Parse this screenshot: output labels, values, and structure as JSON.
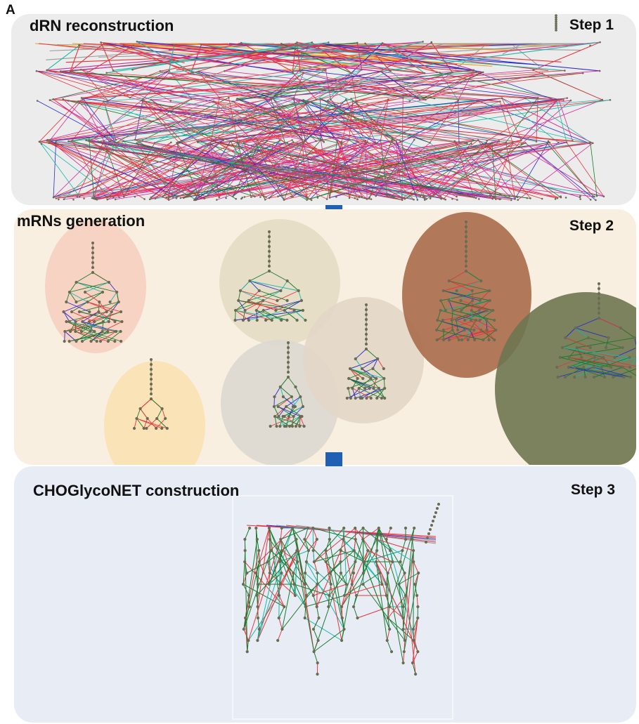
{
  "figure": {
    "panel_letter": "A"
  },
  "steps": [
    {
      "title": "dRN reconstruction",
      "step_label": "Step 1"
    },
    {
      "title": "mRNs generation",
      "step_label": "Step 2"
    },
    {
      "title": "CHOGlycoNET construction",
      "step_label": "Step 3"
    }
  ],
  "colors": {
    "panel1_bg": "#ececec",
    "panel2_bg": "#f8efe0",
    "panel3_bg": "#e8edf5",
    "arrow": "#1f5fb4",
    "edge_red": "#e8343c",
    "edge_green": "#1a7a2e",
    "edge_blue": "#2a2ad0",
    "edge_teal": "#18b8a8",
    "edge_magenta": "#d42a9a",
    "edge_orange": "#e8a020",
    "node": "#6b6b55"
  },
  "module_bubbles": [
    {
      "color": "#f6cfc0"
    },
    {
      "color": "#fbe1b4"
    },
    {
      "color": "#e4dcc4"
    },
    {
      "color": "#dcd8d0"
    },
    {
      "color": "#e2d6c6"
    },
    {
      "color": "#a86a4a"
    },
    {
      "color": "#6e7450"
    }
  ]
}
